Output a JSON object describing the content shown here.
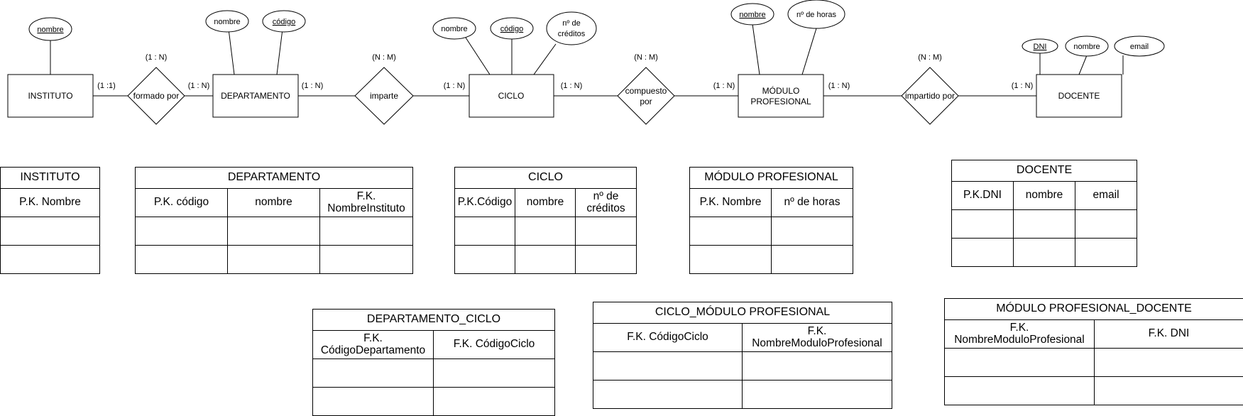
{
  "er": {
    "entities": {
      "instituto": "INSTITUTO",
      "departamento": "DEPARTAMENTO",
      "ciclo": "CICLO",
      "modulo": [
        "MÓDULO",
        "PROFESIONAL"
      ],
      "docente": "DOCENTE"
    },
    "relationships": {
      "formado": "formado por",
      "imparte": "imparte",
      "compuesto": [
        "compuesto",
        "por"
      ],
      "impartido": "impartido por"
    },
    "attributes": {
      "instituto_nombre": "nombre",
      "departamento_nombre": "nombre",
      "departamento_codigo": "código",
      "ciclo_nombre": "nombre",
      "ciclo_codigo": "código",
      "ciclo_creditos": [
        "nº de",
        "créditos"
      ],
      "modulo_nombre": "nombre",
      "modulo_horas": "nº de horas",
      "docente_dni": "DNI",
      "docente_nombre": "nombre",
      "docente_email": "email"
    },
    "cardinalities": {
      "inst_formado": "(1 :1)",
      "formado_top": "(1 : N)",
      "formado_depto": "(1 : N)",
      "depto_imparte": "(1 : N)",
      "imparte_top": "(N : M)",
      "imparte_ciclo": "(1 : N)",
      "ciclo_compuesto": "(1 : N)",
      "compuesto_top": "(N : M)",
      "compuesto_modulo": "(1 : N)",
      "modulo_impartido": "(1 : N)",
      "impartido_top": "(N : M)",
      "impartido_docente": "(1 : N)"
    }
  },
  "tables": {
    "instituto": {
      "title": "INSTITUTO",
      "cols": [
        "P.K. Nombre"
      ]
    },
    "departamento": {
      "title": "DEPARTAMENTO",
      "cols": [
        "P.K. código",
        "nombre",
        "F.K. NombreInstituto"
      ]
    },
    "ciclo": {
      "title": "CICLO",
      "cols": [
        "P.K.Código",
        "nombre",
        "nº de créditos"
      ]
    },
    "modulo": {
      "title": "MÓDULO PROFESIONAL",
      "cols": [
        "P.K. Nombre",
        "nº de horas"
      ]
    },
    "docente": {
      "title": "DOCENTE",
      "cols": [
        "P.K.DNI",
        "nombre",
        "email"
      ]
    },
    "depto_ciclo": {
      "title": "DEPARTAMENTO_CICLO",
      "cols": [
        "F.K. CódigoDepartamento",
        "F.K. CódigoCiclo"
      ]
    },
    "ciclo_modulo": {
      "title": "CICLO_MÓDULO PROFESIONAL",
      "cols": [
        "F.K. CódigoCiclo",
        "F.K. NombreModuloProfesional"
      ]
    },
    "modulo_docente": {
      "title": "MÓDULO PROFESIONAL_DOCENTE",
      "cols": [
        "F.K. NombreModuloProfesional",
        "F.K. DNI"
      ]
    }
  }
}
